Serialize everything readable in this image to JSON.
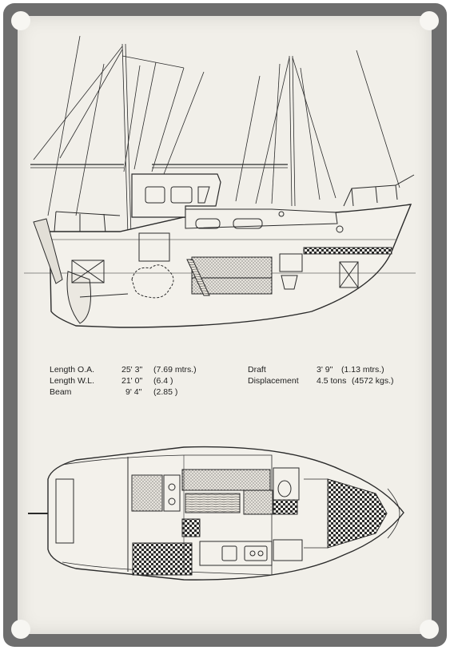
{
  "specs": {
    "length_oa": {
      "label": "Length O.A.",
      "value": "25' 3\"",
      "metric": "(7.69 mtrs.)"
    },
    "length_wl": {
      "label": "Length W.L.",
      "value": "21' 0\"",
      "metric": "(6.4          )"
    },
    "beam": {
      "label": "Beam",
      "value": "9' 4\"",
      "metric": "(2.85          )"
    },
    "draft": {
      "label": "Draft",
      "value": "3' 9\"",
      "metric": "(1.13 mtrs.)"
    },
    "displacement": {
      "label": "Displacement",
      "value": "4.5 tons",
      "metric": "(4572 kgs.)"
    }
  }
}
